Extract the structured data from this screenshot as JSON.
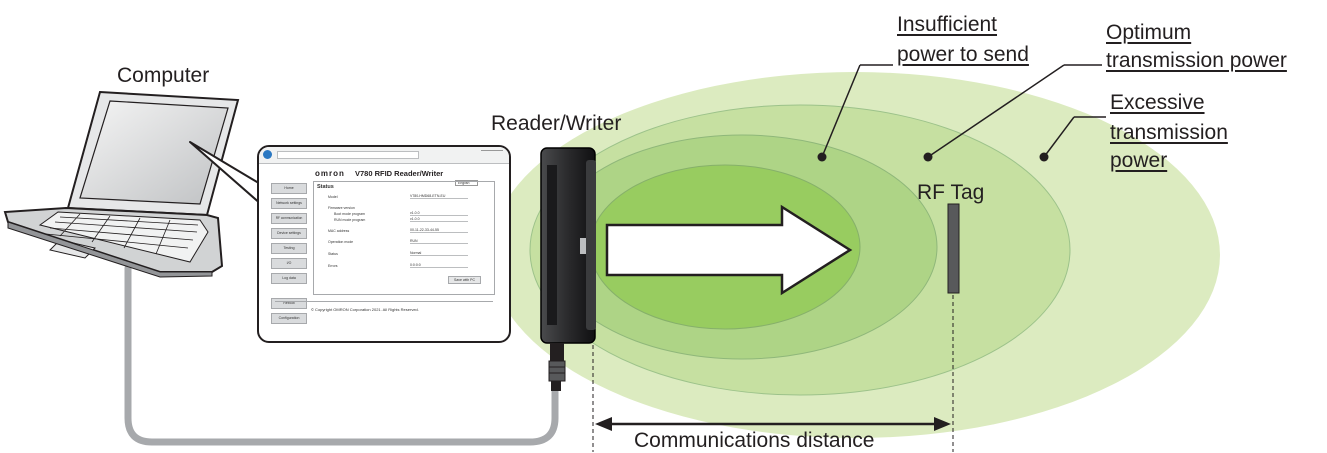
{
  "labels": {
    "computer": "Computer",
    "reader_writer": "Reader/Writer",
    "rf_tag": "RF Tag",
    "communications_distance": "Communications distance",
    "insufficient_power": [
      "Insufficient",
      "power to send"
    ],
    "optimum_power": [
      "Optimum",
      "transmission power"
    ],
    "excessive_power": [
      "Excessive",
      "transmission",
      "power"
    ]
  },
  "screen": {
    "brand": "omron",
    "title": "V780 RFID Reader/Writer",
    "language": "English",
    "section": "Status",
    "menu": [
      "Home",
      "Network settings",
      "RF communication settings",
      "Device settings",
      "Testing",
      "I/O",
      "Log data",
      "Reboot",
      "Configuration"
    ],
    "fields": [
      {
        "label": "Model",
        "value": "V780-HMD68-ETN-EU"
      },
      {
        "label": "Firmware version"
      },
      {
        "label": "Boot mode program",
        "value": "v1.0.0"
      },
      {
        "label": "RUN mode program",
        "value": "v1.0.0"
      },
      {
        "label": "MAC address",
        "value": "00-11-22-33-44-55"
      },
      {
        "label": "Operation mode",
        "value": "RUN"
      },
      {
        "label": "Status",
        "value": "Normal"
      },
      {
        "label": "Errors",
        "value": "0:0:0:0"
      }
    ],
    "save_button": "Save with PC",
    "footer": "© Copyright OMRON Corporation 2021. All Rights Reserved."
  },
  "colors": {
    "excessive_zone": "#dcebc0",
    "optimum_zone": "#c6e0a1",
    "insufficient_zone": "#aed486",
    "inner_zone": "#98cc60",
    "tag": "#58595b",
    "cable": "#a7a9ac",
    "device": "#231f20"
  }
}
